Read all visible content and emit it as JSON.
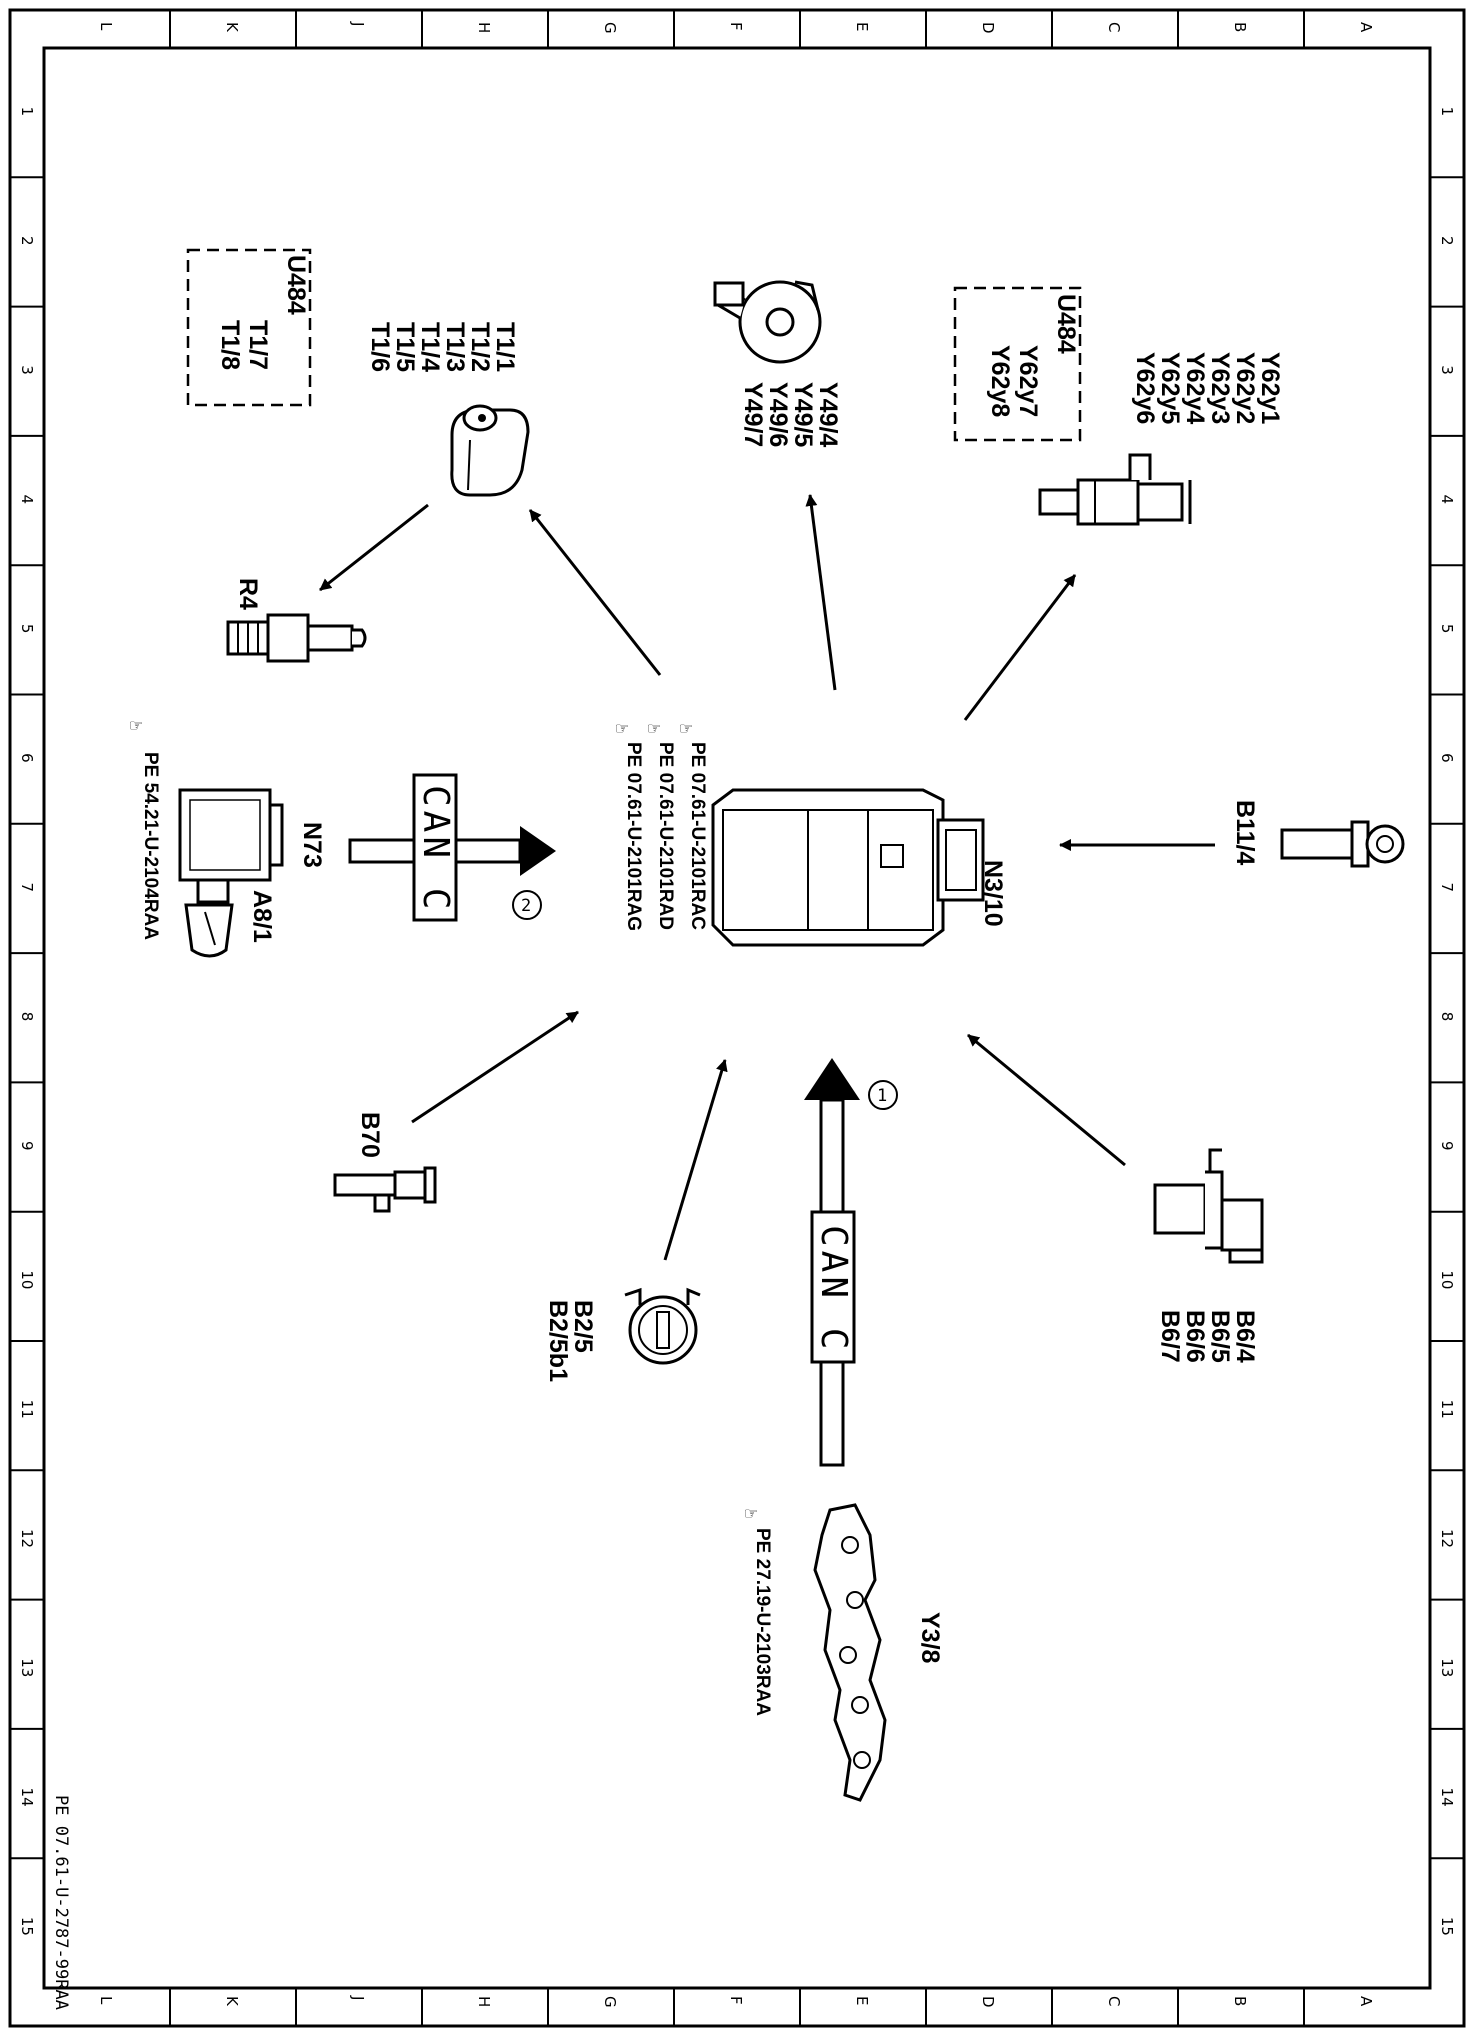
{
  "grid": {
    "cols": [
      "L",
      "K",
      "J",
      "H",
      "G",
      "F",
      "E",
      "D",
      "C",
      "B",
      "A"
    ],
    "rows": [
      "1",
      "2",
      "3",
      "4",
      "5",
      "6",
      "7",
      "8",
      "9",
      "10",
      "11",
      "12",
      "13",
      "14",
      "15"
    ]
  },
  "doc_id": "PE 07.61-U-2787-99RAA",
  "ecu": {
    "label": "N3/10",
    "refs": [
      "PE  07.61-U-2101RAC",
      "PE  07.61-U-2101RAD",
      "PE  07.61-U-2101RAG"
    ]
  },
  "components": {
    "ignition_coil": {
      "labels": [
        "T1/1",
        "T1/2",
        "T1/3",
        "T1/4",
        "T1/5",
        "T1/6"
      ],
      "u484_box": [
        "U484",
        "T1/7",
        "T1/8"
      ]
    },
    "spark_plug": {
      "label": "R4"
    },
    "camshaft_adjuster": {
      "labels": [
        "Y49/4",
        "Y49/5",
        "Y49/6",
        "Y49/7"
      ]
    },
    "injector": {
      "labels": [
        "Y62y1",
        "Y62y2",
        "Y62y3",
        "Y62y4",
        "Y62y5",
        "Y62y6"
      ],
      "u484_box": [
        "U484",
        "Y62y7",
        "Y62y8"
      ]
    },
    "crank_sensor": {
      "label": "B11/4"
    },
    "cam_sensors": {
      "labels": [
        "B6/4",
        "B6/5",
        "B6/6",
        "B6/7"
      ]
    },
    "transmission_control": {
      "label": "Y3/8",
      "ref": "PE  27.19-U-2103RAA"
    },
    "coolant_sensor": {
      "labels": [
        "B2/5",
        "B2/5b1"
      ]
    },
    "b70_sensor": {
      "label": "B70"
    },
    "n73": {
      "label": "N73",
      "sub_label": "A8/1",
      "ref": "PE  54.21-U-2104RAA"
    }
  },
  "can_buses": [
    {
      "text": "CAN C",
      "marker": "1"
    },
    {
      "text": "CAN C",
      "marker": "2"
    }
  ]
}
